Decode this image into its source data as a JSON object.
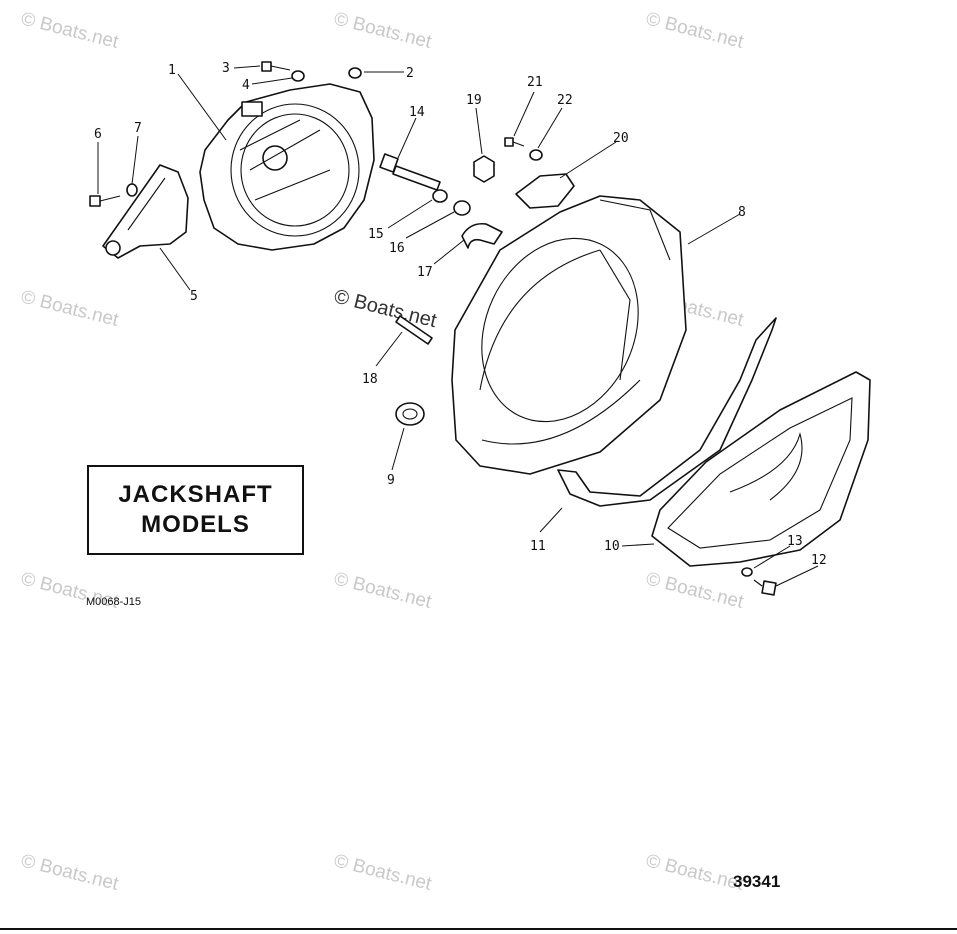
{
  "watermark": "© Boats.net",
  "title_box": {
    "line1": "JACKSHAFT",
    "line2": "MODELS"
  },
  "ref_code": "M0068-J15",
  "figure_number": "39341",
  "callouts": [
    "1",
    "2",
    "3",
    "4",
    "5",
    "6",
    "7",
    "8",
    "9",
    "10",
    "11",
    "12",
    "13",
    "14",
    "15",
    "16",
    "17",
    "18",
    "19",
    "20",
    "21",
    "22"
  ]
}
